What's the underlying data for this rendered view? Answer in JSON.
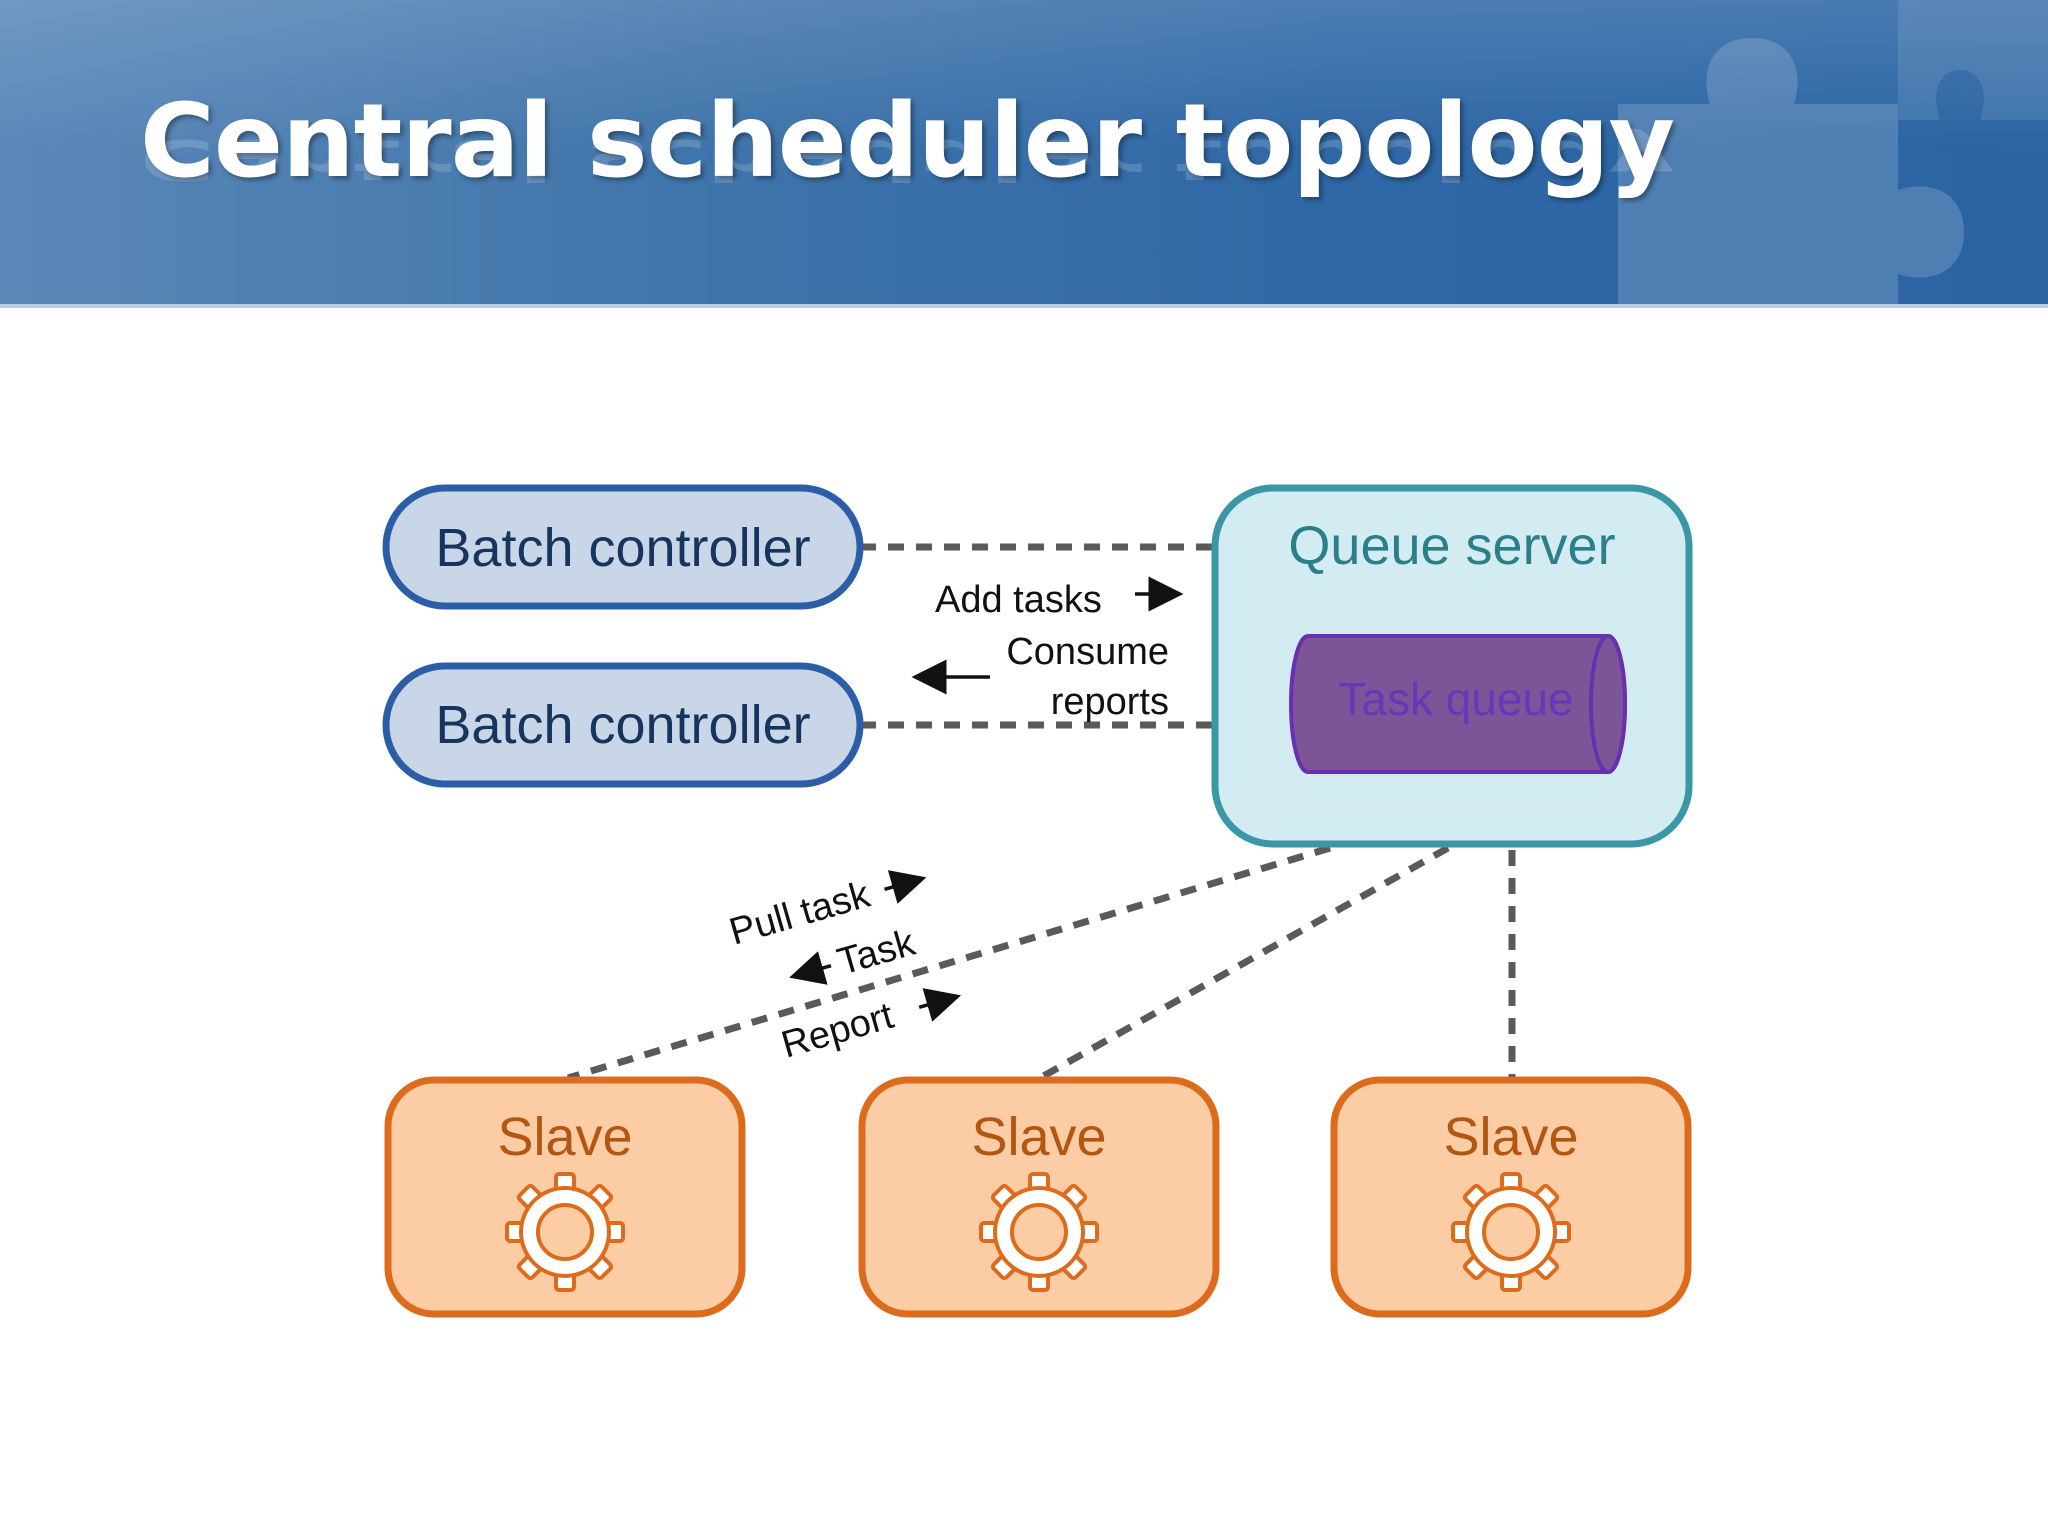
{
  "slide": {
    "title": "Central scheduler topology"
  },
  "diagram": {
    "batch_controllers": [
      {
        "label": "Batch controller"
      },
      {
        "label": "Batch controller"
      }
    ],
    "queue_server": {
      "label": "Queue server",
      "task_queue_label": "Task queue"
    },
    "controller_flow_labels": {
      "add_tasks": "Add tasks",
      "consume": "Consume",
      "reports": "reports"
    },
    "slave_flow_labels": {
      "pull_task": "Pull task",
      "task": "Task",
      "report": "Report"
    },
    "slaves": [
      {
        "label": "Slave"
      },
      {
        "label": "Slave"
      },
      {
        "label": "Slave"
      }
    ],
    "colors": {
      "header_blue": "#2f68a6",
      "controller_fill": "#c9d6e8",
      "controller_border": "#2b5ea6",
      "queue_fill": "#d3ecf1",
      "queue_border": "#3a97a6",
      "task_queue_fill": "#7b5597",
      "slave_fill": "#fccca5",
      "slave_border": "#dc6c1c",
      "connector_gray": "#5a5a5a"
    },
    "icons": {
      "slave_icon": "gear-icon",
      "header_decoration": "puzzle-piece-icon"
    }
  }
}
